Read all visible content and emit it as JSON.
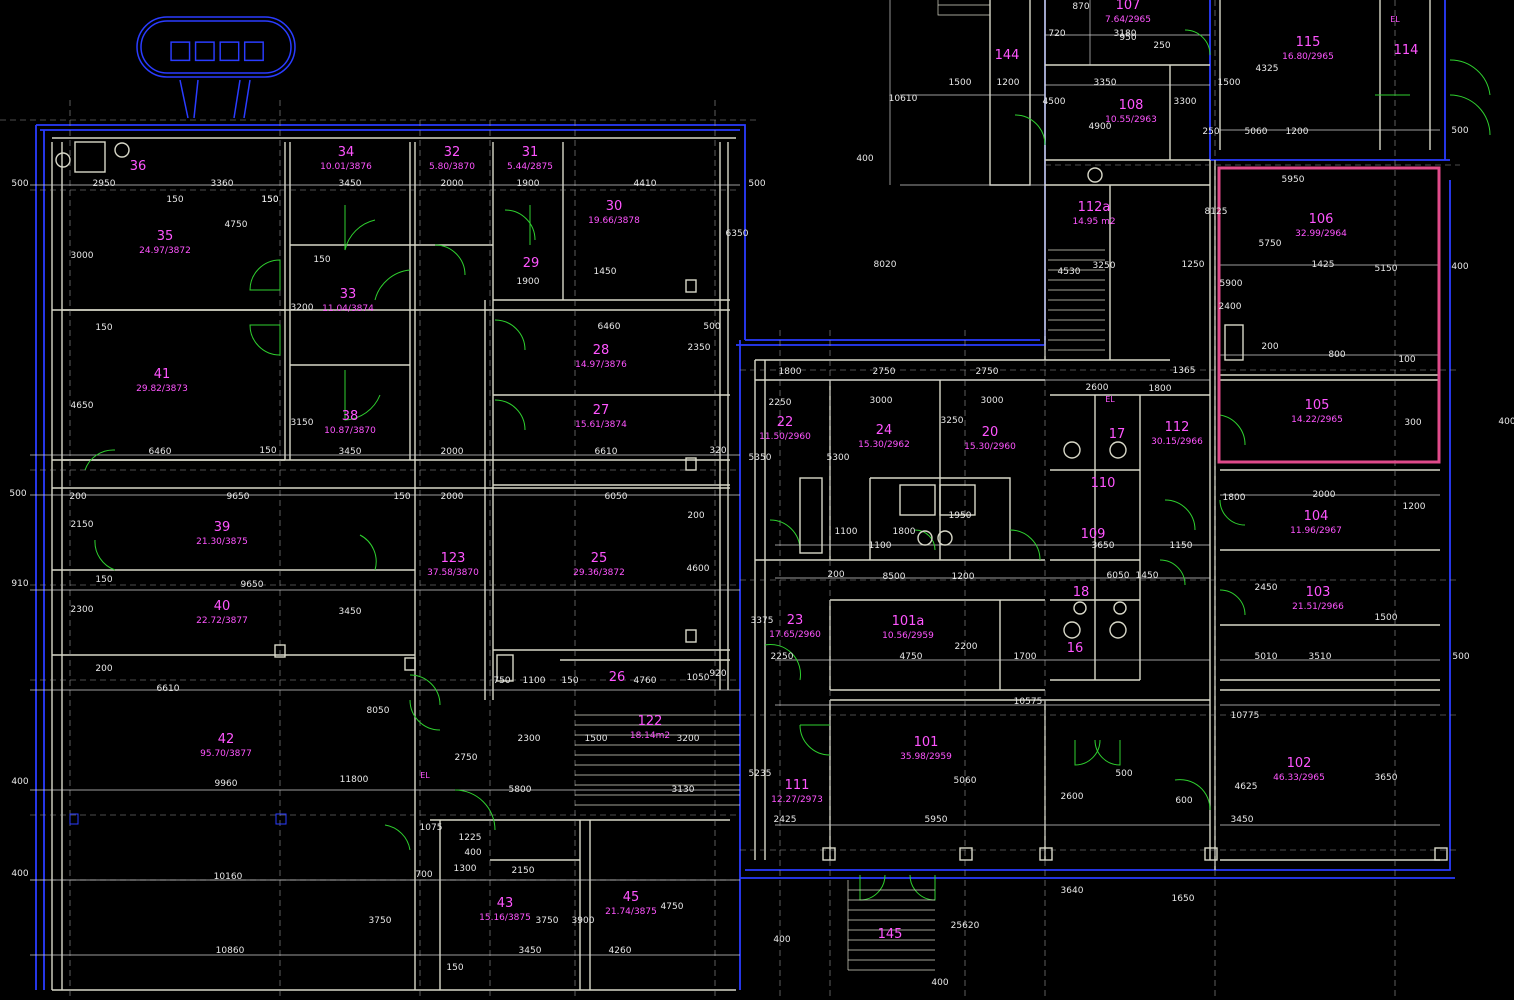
{
  "rooms": [
    {
      "id": "r35",
      "num": "35",
      "area": "24.97/3872"
    },
    {
      "id": "r34",
      "num": "34",
      "area": "10.01/3876"
    },
    {
      "id": "r32",
      "num": "32",
      "area": "5.80/3870"
    },
    {
      "id": "r31",
      "num": "31",
      "area": "5.44/2875"
    },
    {
      "id": "r30",
      "num": "30",
      "area": "19.66/3878"
    },
    {
      "id": "r33",
      "num": "33",
      "area": "11.04/3874"
    },
    {
      "id": "r29",
      "num": "29",
      "area": ""
    },
    {
      "id": "r41",
      "num": "41",
      "area": "29.82/3873"
    },
    {
      "id": "r38",
      "num": "38",
      "area": "10.87/3870"
    },
    {
      "id": "r28",
      "num": "28",
      "area": "14.97/3876"
    },
    {
      "id": "r27",
      "num": "27",
      "area": "15.61/3874"
    },
    {
      "id": "r39",
      "num": "39",
      "area": "21.30/3875"
    },
    {
      "id": "r123",
      "num": "123",
      "area": "37.58/3870"
    },
    {
      "id": "r25",
      "num": "25",
      "area": "29.36/3872"
    },
    {
      "id": "r40",
      "num": "40",
      "area": "22.72/3877"
    },
    {
      "id": "r26",
      "num": "26",
      "area": ""
    },
    {
      "id": "r42",
      "num": "42",
      "area": "95.70/3877"
    },
    {
      "id": "r122",
      "num": "122",
      "area": "18.14m2"
    },
    {
      "id": "r43",
      "num": "43",
      "area": "15.16/3875"
    },
    {
      "id": "r45",
      "num": "45",
      "area": "21.74/3875"
    },
    {
      "id": "r22",
      "num": "22",
      "area": "11.50/2960"
    },
    {
      "id": "r24",
      "num": "24",
      "area": "15.30/2962"
    },
    {
      "id": "r20",
      "num": "20",
      "area": "15.30/2960"
    },
    {
      "id": "r112",
      "num": "112",
      "area": "30.15/2966"
    },
    {
      "id": "r23",
      "num": "23",
      "area": "17.65/2960"
    },
    {
      "id": "r101a",
      "num": "101a",
      "area": "10.56/2959"
    },
    {
      "id": "r101",
      "num": "101",
      "area": "35.98/2959"
    },
    {
      "id": "r111",
      "num": "111",
      "area": "12.27/2973"
    },
    {
      "id": "r145",
      "num": "145",
      "area": ""
    },
    {
      "id": "r144",
      "num": "144",
      "area": ""
    },
    {
      "id": "r107",
      "num": "107",
      "area": "7.64/2965"
    },
    {
      "id": "r108",
      "num": "108",
      "area": "10.55/2963"
    },
    {
      "id": "r112a",
      "num": "112a",
      "area": "14.95 m2"
    },
    {
      "id": "r115",
      "num": "115",
      "area": "16.80/2965"
    },
    {
      "id": "r114",
      "num": "114",
      "area": ""
    },
    {
      "id": "r106",
      "num": "106",
      "area": "32.99/2964"
    },
    {
      "id": "r105",
      "num": "105",
      "area": "14.22/2965"
    },
    {
      "id": "r104",
      "num": "104",
      "area": "11.96/2967"
    },
    {
      "id": "r103",
      "num": "103",
      "area": "21.51/2966"
    },
    {
      "id": "r102",
      "num": "102",
      "area": "46.33/2965"
    },
    {
      "id": "r36",
      "num": "36",
      "area": ""
    },
    {
      "id": "r109",
      "num": "109",
      "area": ""
    },
    {
      "id": "r110",
      "num": "110",
      "area": ""
    },
    {
      "id": "r17",
      "num": "17",
      "area": ""
    },
    {
      "id": "r18",
      "num": "18",
      "area": ""
    },
    {
      "id": "r16",
      "num": "16",
      "area": ""
    }
  ],
  "dims": [
    "500",
    "2950",
    "3360",
    "150",
    "150",
    "4750",
    "3450",
    "2000",
    "1900",
    "4410",
    "500",
    "6350",
    "3000",
    "150",
    "150",
    "1900",
    "1450",
    "3200",
    "150",
    "6460",
    "500",
    "2350",
    "4650",
    "6460",
    "150",
    "3150",
    "3450",
    "2000",
    "6610",
    "320",
    "500",
    "200",
    "9650",
    "150",
    "2000",
    "6050",
    "200",
    "2150",
    "9650",
    "910",
    "150",
    "2300",
    "3450",
    "8050",
    "4600",
    "1050",
    "920",
    "750",
    "1100",
    "150",
    "4760",
    "6610",
    "200",
    "9960",
    "11800",
    "2300",
    "1500",
    "3200",
    "2750",
    "5800",
    "3130",
    "1075",
    "400",
    "1300",
    "2150",
    "700",
    "3750",
    "1225",
    "10160",
    "10860",
    "3450",
    "3900",
    "4260",
    "3750",
    "150",
    "4750",
    "1800",
    "2750",
    "2750",
    "2250",
    "3000",
    "3000",
    "5350",
    "5300",
    "3250",
    "1100",
    "1100",
    "1800",
    "1950",
    "8500",
    "200",
    "1200",
    "3375",
    "2250",
    "4750",
    "2200",
    "1700",
    "10575",
    "5235",
    "2425",
    "5950",
    "5060",
    "2600",
    "1800",
    "1365",
    "1250",
    "8125",
    "3250",
    "4530",
    "8020",
    "1500",
    "1200",
    "3350",
    "3180",
    "870",
    "720",
    "950",
    "250",
    "1500",
    "3300",
    "4900",
    "10610",
    "400",
    "4500",
    "1200",
    "5060",
    "250",
    "4325",
    "5950",
    "5750",
    "1425",
    "5150",
    "200",
    "800",
    "100",
    "2400",
    "5900",
    "300",
    "2000",
    "1800",
    "2450",
    "1200",
    "1150",
    "3650",
    "6050",
    "1450",
    "1500",
    "3510",
    "5010",
    "10775",
    "4625",
    "3650",
    "3450",
    "500",
    "600",
    "2600",
    "3640",
    "1650",
    "25620",
    "400",
    "400",
    "400",
    "400",
    "500",
    "500",
    "400",
    "400"
  ],
  "label_el": "EL",
  "badge_text": "□□□□"
}
